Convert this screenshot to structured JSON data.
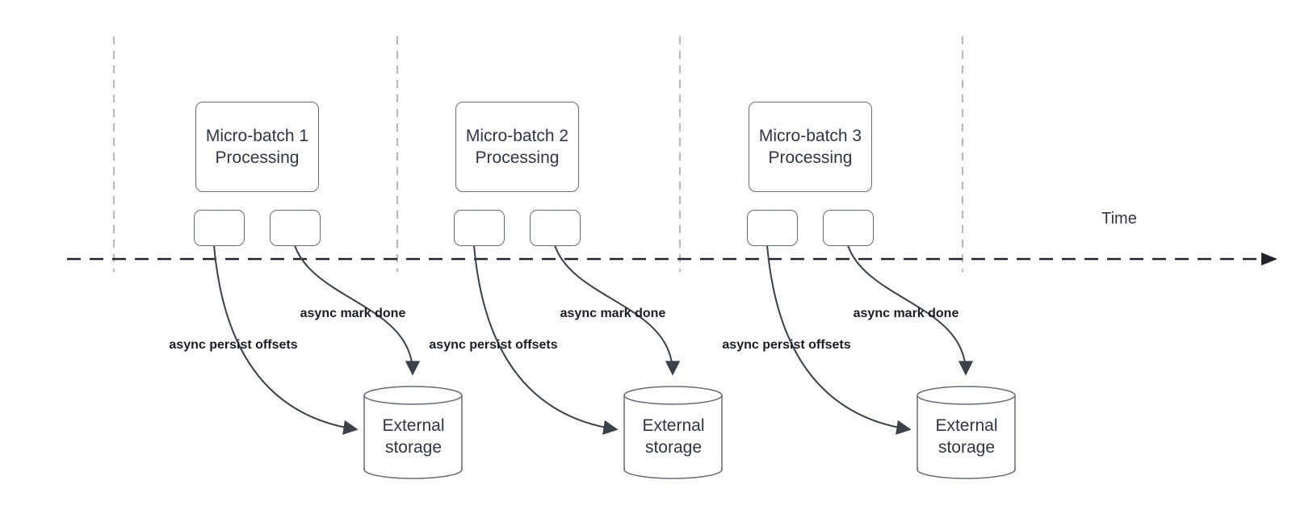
{
  "timeline": {
    "label": "Time"
  },
  "batches": [
    {
      "box_label": "Micro-batch 1\nProcessing",
      "persist_label": "async persist offsets",
      "mark_done_label": "async mark done",
      "storage_label": "External\nstorage"
    },
    {
      "box_label": "Micro-batch 2\nProcessing",
      "persist_label": "async persist offsets",
      "mark_done_label": "async mark done",
      "storage_label": "External\nstorage"
    },
    {
      "box_label": "Micro-batch 3\nProcessing",
      "persist_label": "async persist offsets",
      "mark_done_label": "async mark done",
      "storage_label": "External\nstorage"
    }
  ],
  "colors": {
    "background": "#ffffff",
    "guide_line": "#b5b8bc",
    "timeline_line": "#202329",
    "arrow_line": "#3a4149",
    "shape_border": "#666c76",
    "shape_text": "#2f3542",
    "label_text": "#191d24"
  }
}
